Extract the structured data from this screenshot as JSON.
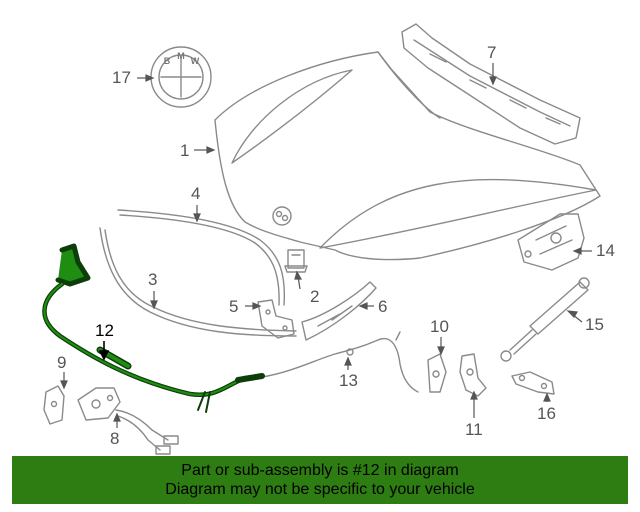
{
  "callouts": {
    "c1": "1",
    "c2": "2",
    "c3": "3",
    "c4": "4",
    "c5": "5",
    "c6": "6",
    "c7": "7",
    "c8": "8",
    "c9": "9",
    "c10": "10",
    "c11": "11",
    "c12": "12",
    "c13": "13",
    "c14": "14",
    "c15": "15",
    "c16": "16",
    "c17": "17"
  },
  "emblem_letters": [
    "B",
    "M",
    "W"
  ],
  "highlight_color": "#1f8c12",
  "banner": {
    "line1": "Part or sub-assembly is #12 in diagram",
    "line2": "Diagram may not be specific to your vehicle",
    "color": "#2e7d12"
  }
}
